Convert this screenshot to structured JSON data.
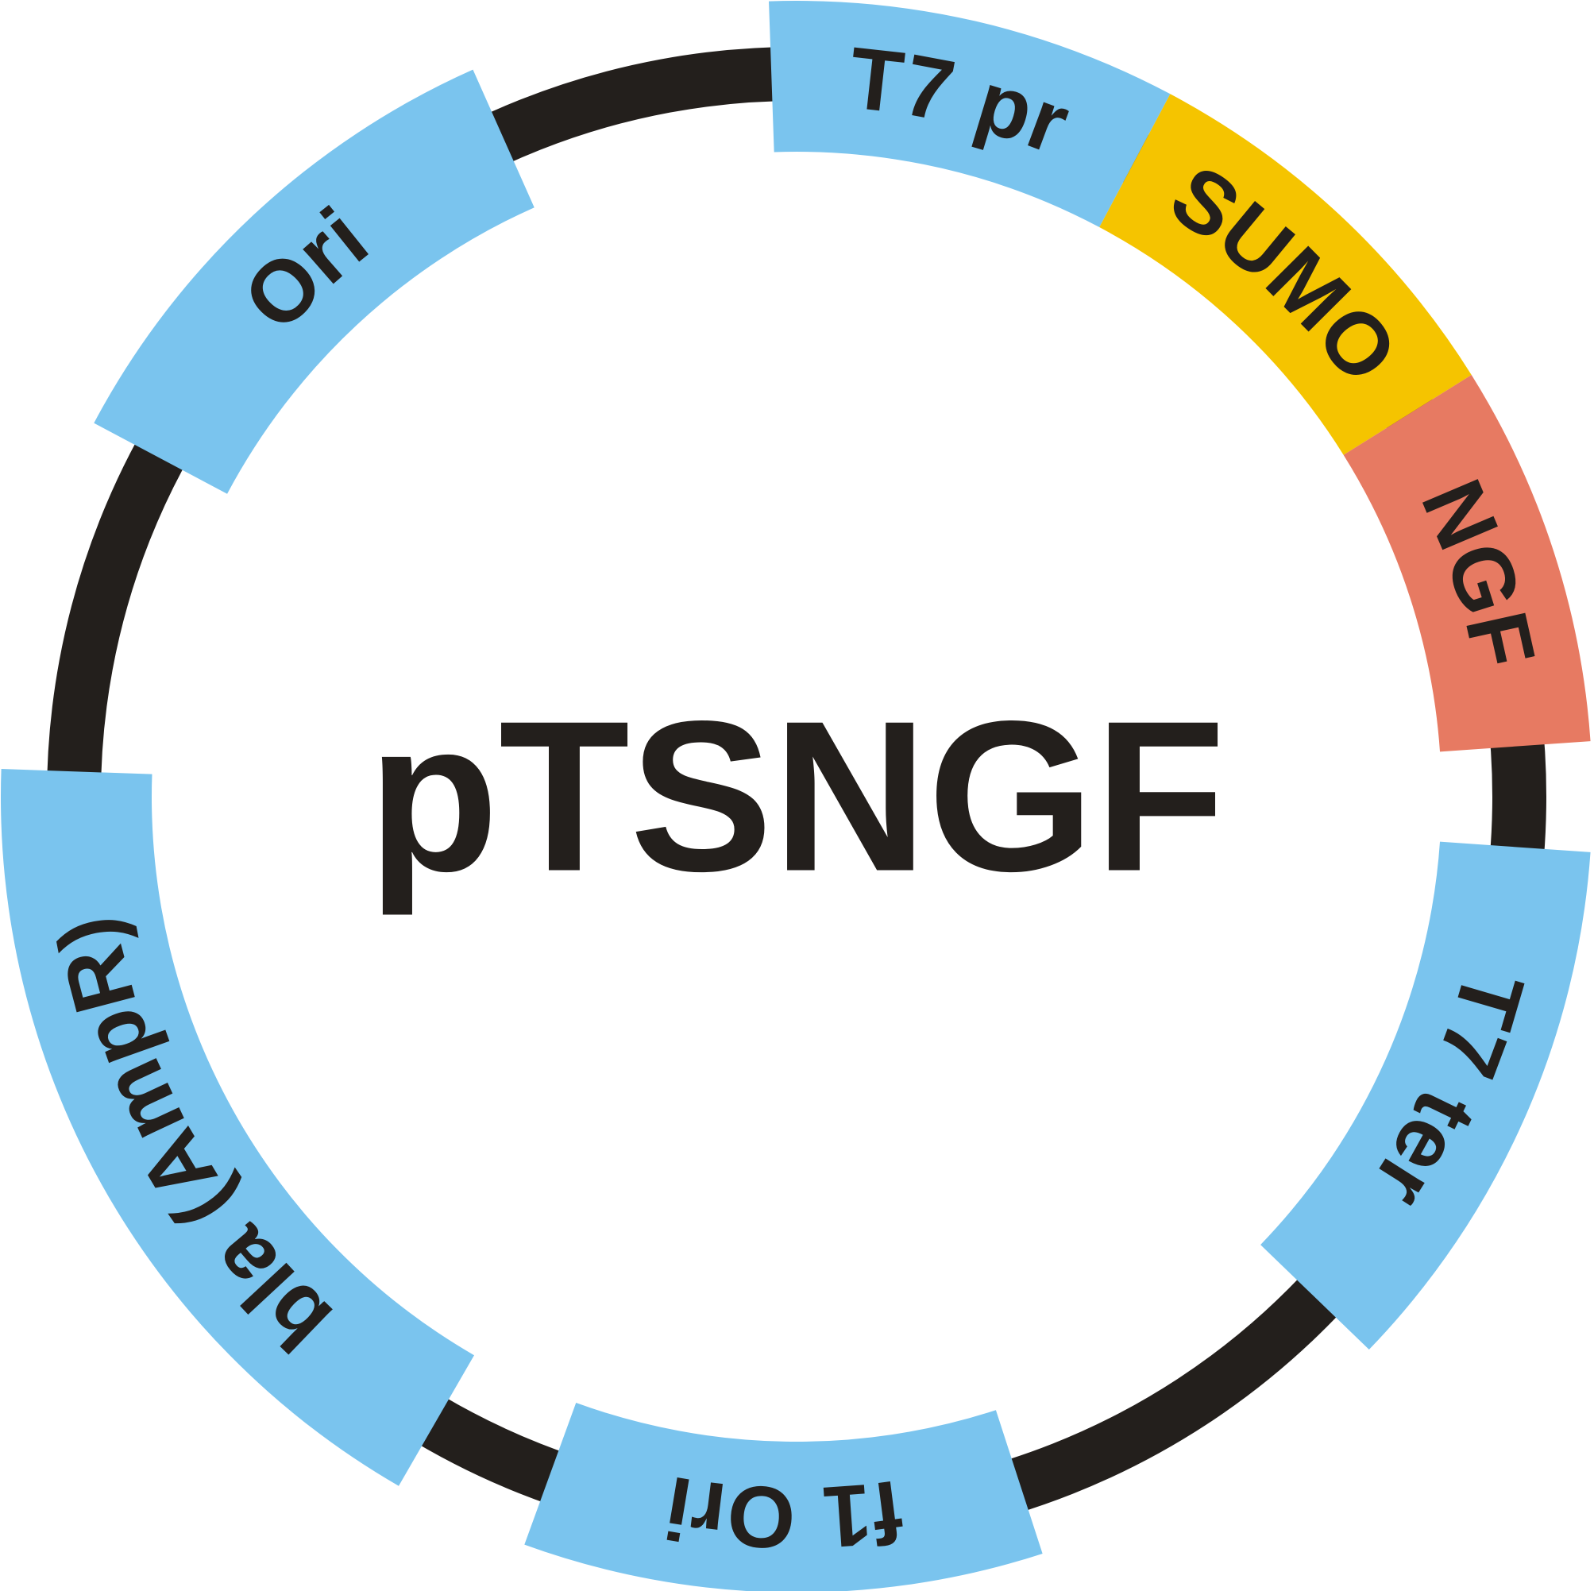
{
  "plasmid": {
    "name": "pTSNGF"
  },
  "colors": {
    "backbone": "#231f1c",
    "regulatory": "#7ac4ee",
    "sumo": "#f5c400",
    "ngf": "#e77a62",
    "label": "#231f1c"
  },
  "features": [
    {
      "id": "t7-promoter",
      "label": "T7 pr",
      "color_key": "regulatory"
    },
    {
      "id": "sumo",
      "label": "SUMO",
      "color_key": "sumo"
    },
    {
      "id": "ngf",
      "label": "NGF",
      "color_key": "ngf"
    },
    {
      "id": "t7-terminator",
      "label": "T7 ter",
      "color_key": "regulatory"
    },
    {
      "id": "f1-ori",
      "label": "f1 Ori",
      "color_key": "regulatory"
    },
    {
      "id": "bla",
      "label": "bla (AmpR)",
      "color_key": "regulatory"
    },
    {
      "id": "ori",
      "label": "Ori",
      "color_key": "regulatory"
    }
  ]
}
